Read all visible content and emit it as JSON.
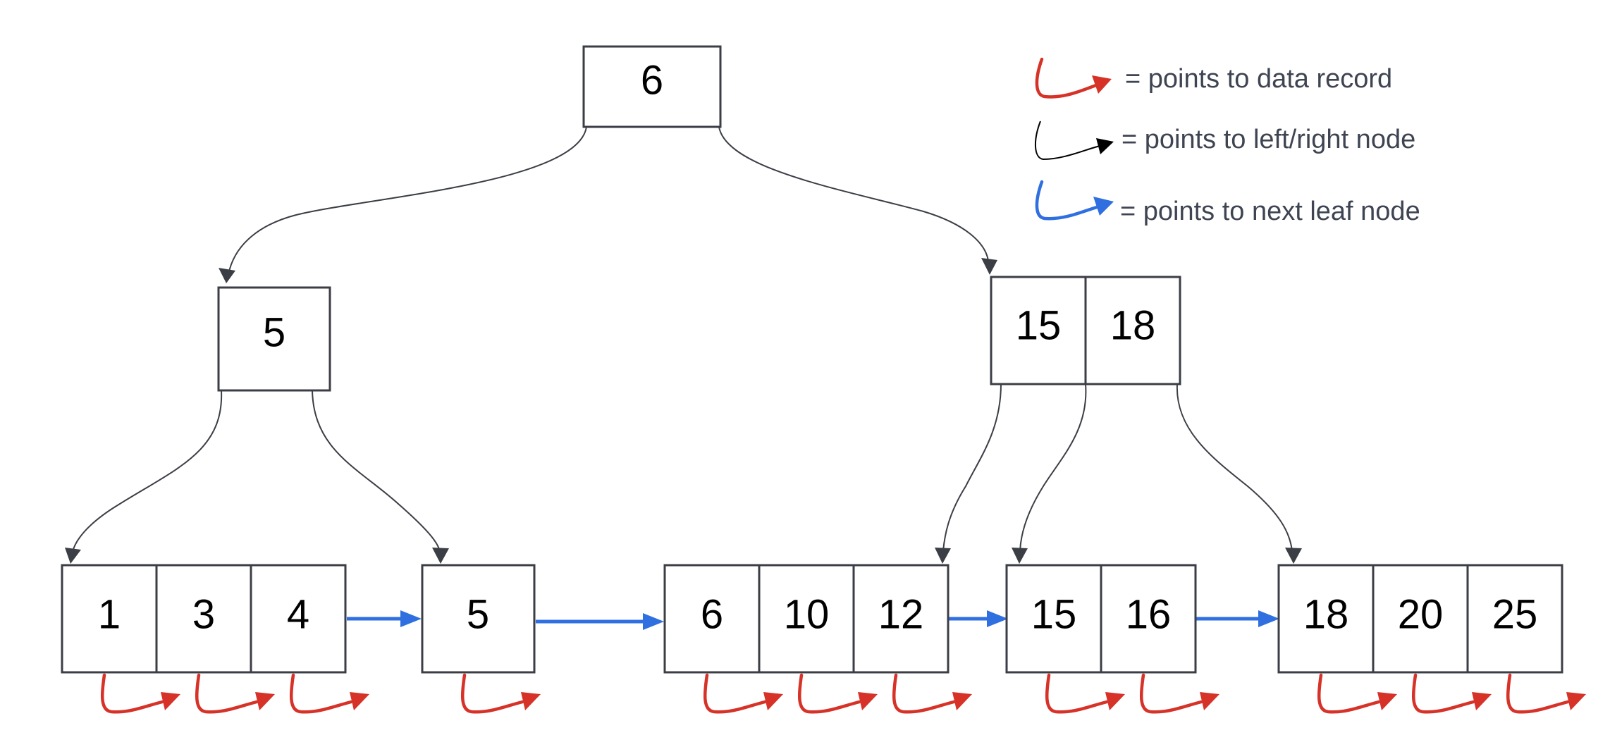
{
  "colors": {
    "data_record_pointer": "#d63228",
    "child_pointer": "#000000",
    "next_leaf_pointer": "#2f6fe0",
    "node_border": "#3b3e45"
  },
  "legend": {
    "data_record": "= points to data record",
    "child": "= points to left/right node",
    "next_leaf": "= points to next leaf node"
  },
  "tree": {
    "root": {
      "keys": [
        "6"
      ]
    },
    "internal": [
      {
        "keys": [
          "5"
        ]
      },
      {
        "keys": [
          "15",
          "18"
        ]
      }
    ],
    "leaves": [
      {
        "keys": [
          "1",
          "3",
          "4"
        ]
      },
      {
        "keys": [
          "5"
        ]
      },
      {
        "keys": [
          "6",
          "10",
          "12"
        ]
      },
      {
        "keys": [
          "15",
          "16"
        ]
      },
      {
        "keys": [
          "18",
          "20",
          "25"
        ]
      }
    ]
  }
}
